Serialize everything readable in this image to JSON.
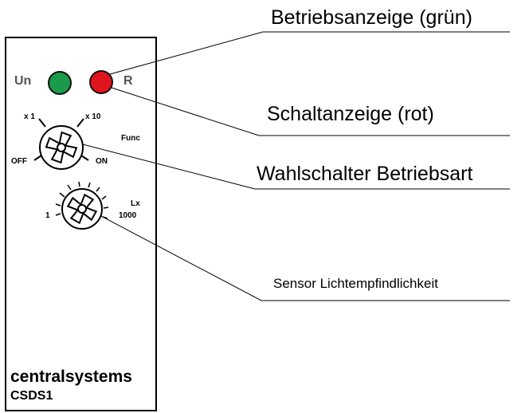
{
  "device": {
    "brand": "centralsystems",
    "model": "CSDS1",
    "led_green_label": "Un",
    "led_red_label": "R",
    "led_green_color": "#1a9a4a",
    "led_red_color": "#e0141e",
    "mode_switch": {
      "label": "Func",
      "positions": [
        "x 1",
        "x 10",
        "OFF",
        "ON"
      ]
    },
    "lux_dial": {
      "label": "Lx",
      "min_label": "1",
      "max_label": "1000"
    }
  },
  "callouts": {
    "power_indicator": "Betriebsanzeige (grün)",
    "switch_indicator": "Schaltanzeige (rot)",
    "mode_selector": "Wahlschalter Betriebsart",
    "light_sensitivity": "Sensor Lichtempfindlichkeit"
  }
}
